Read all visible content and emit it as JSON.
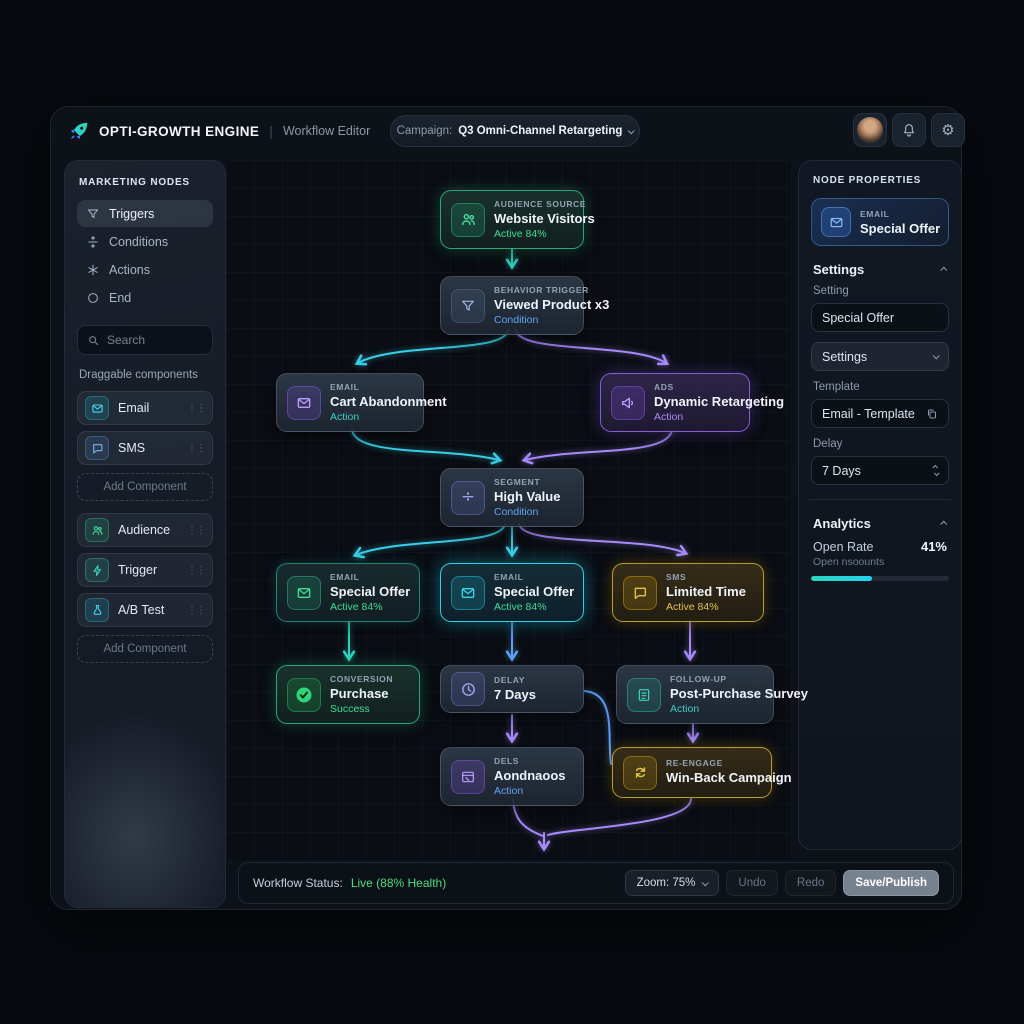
{
  "colors": {
    "accent_green": "#34d399",
    "accent_cyan": "#22d3ee",
    "accent_blue": "#60a5fa",
    "accent_purple": "#a78bfa",
    "accent_yellow": "#e0b83e",
    "accent_teal": "#2dd4bf",
    "status_live": "#4ade80",
    "panel_bg": "#121822",
    "canvas_bg": "#0a0d13"
  },
  "icons": {
    "gear": "⚙",
    "divide": "÷",
    "drag": "⋮⋮",
    "check": "✓"
  },
  "header": {
    "brand": "OPTI-GROWTH ENGINE",
    "subtitle": "Workflow Editor",
    "campaign_label": "Campaign:",
    "campaign_value": "Q3 Omni-Channel Retargeting"
  },
  "sidebar": {
    "title": "MARKETING NODES",
    "nav": [
      {
        "label": "Triggers"
      },
      {
        "label": "Conditions"
      },
      {
        "label": "Actions"
      },
      {
        "label": "End"
      }
    ],
    "search_placeholder": "Search",
    "components_label": "Draggable components",
    "add_component": "Add Component",
    "components": [
      {
        "label": "Email"
      },
      {
        "label": "SMS"
      },
      {
        "label": "Audience"
      },
      {
        "label": "Trigger"
      },
      {
        "label": "A/B Test"
      }
    ]
  },
  "canvas": {
    "nodes": [
      {
        "category": "AUDIENCE SOURCE",
        "title": "Website Visitors",
        "status": "Active 84%",
        "icon": "users-icon"
      },
      {
        "category": "BEHAVIOR TRIGGER",
        "title": "Viewed Product x3",
        "status": "Condition",
        "icon": "funnel-icon"
      },
      {
        "category": "EMAIL",
        "title": "Cart Abandonment",
        "status": "Action",
        "icon": "envelope-icon"
      },
      {
        "category": "ADS",
        "title": "Dynamic Retargeting",
        "status": "Action",
        "icon": "megaphone-icon"
      },
      {
        "category": "SEGMENT",
        "title": "High Value",
        "status": "Condition",
        "icon": "divide-icon"
      },
      {
        "category": "EMAIL",
        "title": "Special Offer",
        "status": "Active 84%",
        "icon": "envelope-icon"
      },
      {
        "category": "EMAIL",
        "title": "Special Offer",
        "status": "Active 84%",
        "icon": "envelope-icon"
      },
      {
        "category": "SMS",
        "title": "Limited Time",
        "status": "Active 84%",
        "icon": "chat-icon"
      },
      {
        "category": "CONVERSION",
        "title": "Purchase",
        "status": "Success",
        "icon": "check-circle-icon"
      },
      {
        "category": "DELAY",
        "title": "7 Days",
        "icon": "clock-icon"
      },
      {
        "category": "FOLLOW-UP",
        "title": "Post-Purchase Survey",
        "status": "Action",
        "icon": "survey-icon"
      },
      {
        "category": "DELS",
        "title": "Aondnaoos",
        "status": "Action",
        "icon": "window-icon"
      },
      {
        "category": "RE-ENGAGE",
        "title": "Win-Back Campaign",
        "icon": "loop-icon"
      }
    ]
  },
  "properties": {
    "title": "NODE PROPERTIES",
    "node": {
      "category": "EMAIL",
      "title": "Special Offer"
    },
    "settings_section": "Settings",
    "setting_label": "Setting",
    "setting_value": "Special Offer",
    "settings_select": "Settings",
    "template_label": "Template",
    "template_value": "Email - Template",
    "delay_label": "Delay",
    "delay_value": "7 Days",
    "analytics_section": "Analytics",
    "open_rate_label": "Open Rate",
    "open_rate_value": "41%",
    "open_rate_sub": "Open nsoounts",
    "open_rate_bar": "44%"
  },
  "statusbar": {
    "label": "Workflow Status:",
    "status": "Live (88% Health)",
    "zoom": "Zoom: 75%",
    "undo": "Undo",
    "redo": "Redo",
    "save": "Save/Publish"
  }
}
